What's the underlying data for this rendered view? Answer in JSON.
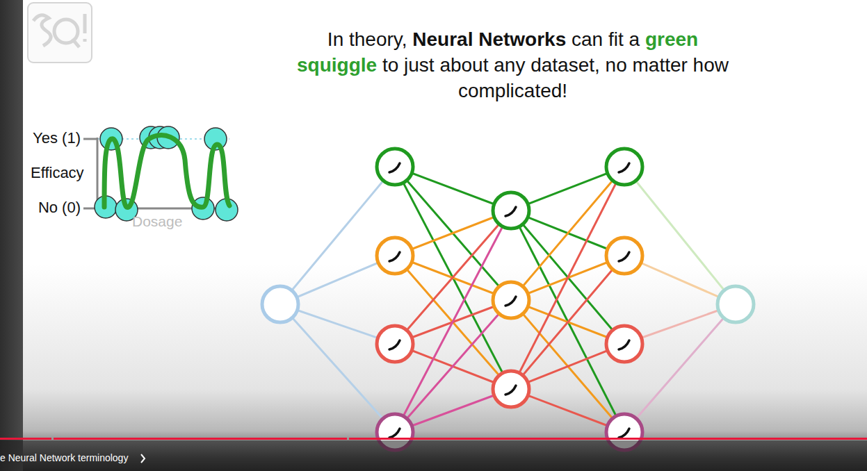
{
  "diagram": {
    "title": "In theory, Neural Networks can fit a green squiggle to just about any dataset, no matter how complicated!",
    "labels": [
      "Yes (1)",
      "Efficacy",
      "No (0)",
      "Dosage",
      "e Neural Network terminology"
    ]
  }
}
